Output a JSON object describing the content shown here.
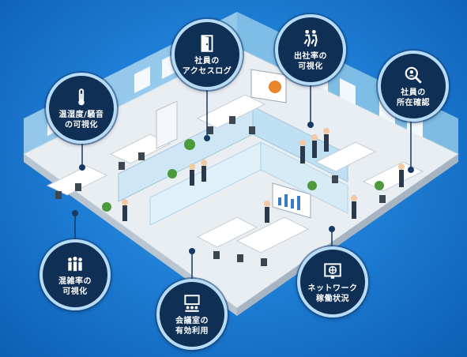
{
  "callouts": [
    {
      "id": "temp",
      "label": "温湿度/騒音\nの可視化",
      "icon": "thermometer-icon"
    },
    {
      "id": "access",
      "label": "社員の\nアクセスログ",
      "icon": "door-icon"
    },
    {
      "id": "attend",
      "label": "出社率の\n可視化",
      "icon": "walking-people-icon"
    },
    {
      "id": "locate",
      "label": "社員の\n所在確認",
      "icon": "magnifier-person-icon"
    },
    {
      "id": "crowd",
      "label": "混雑率の\n可視化",
      "icon": "group-people-icon"
    },
    {
      "id": "meeting",
      "label": "会議室の\n有効利用",
      "icon": "presentation-icon"
    },
    {
      "id": "network",
      "label": "ネットワーク\n稼働状況",
      "icon": "network-globe-icon"
    }
  ],
  "colors": {
    "bg": "#1f7fd6",
    "badge": "#0f2f55",
    "ring": "#b8dcf6",
    "floor": "#f2f5f8",
    "wall": "#9fd0ec",
    "glass": "#dff1fb"
  }
}
